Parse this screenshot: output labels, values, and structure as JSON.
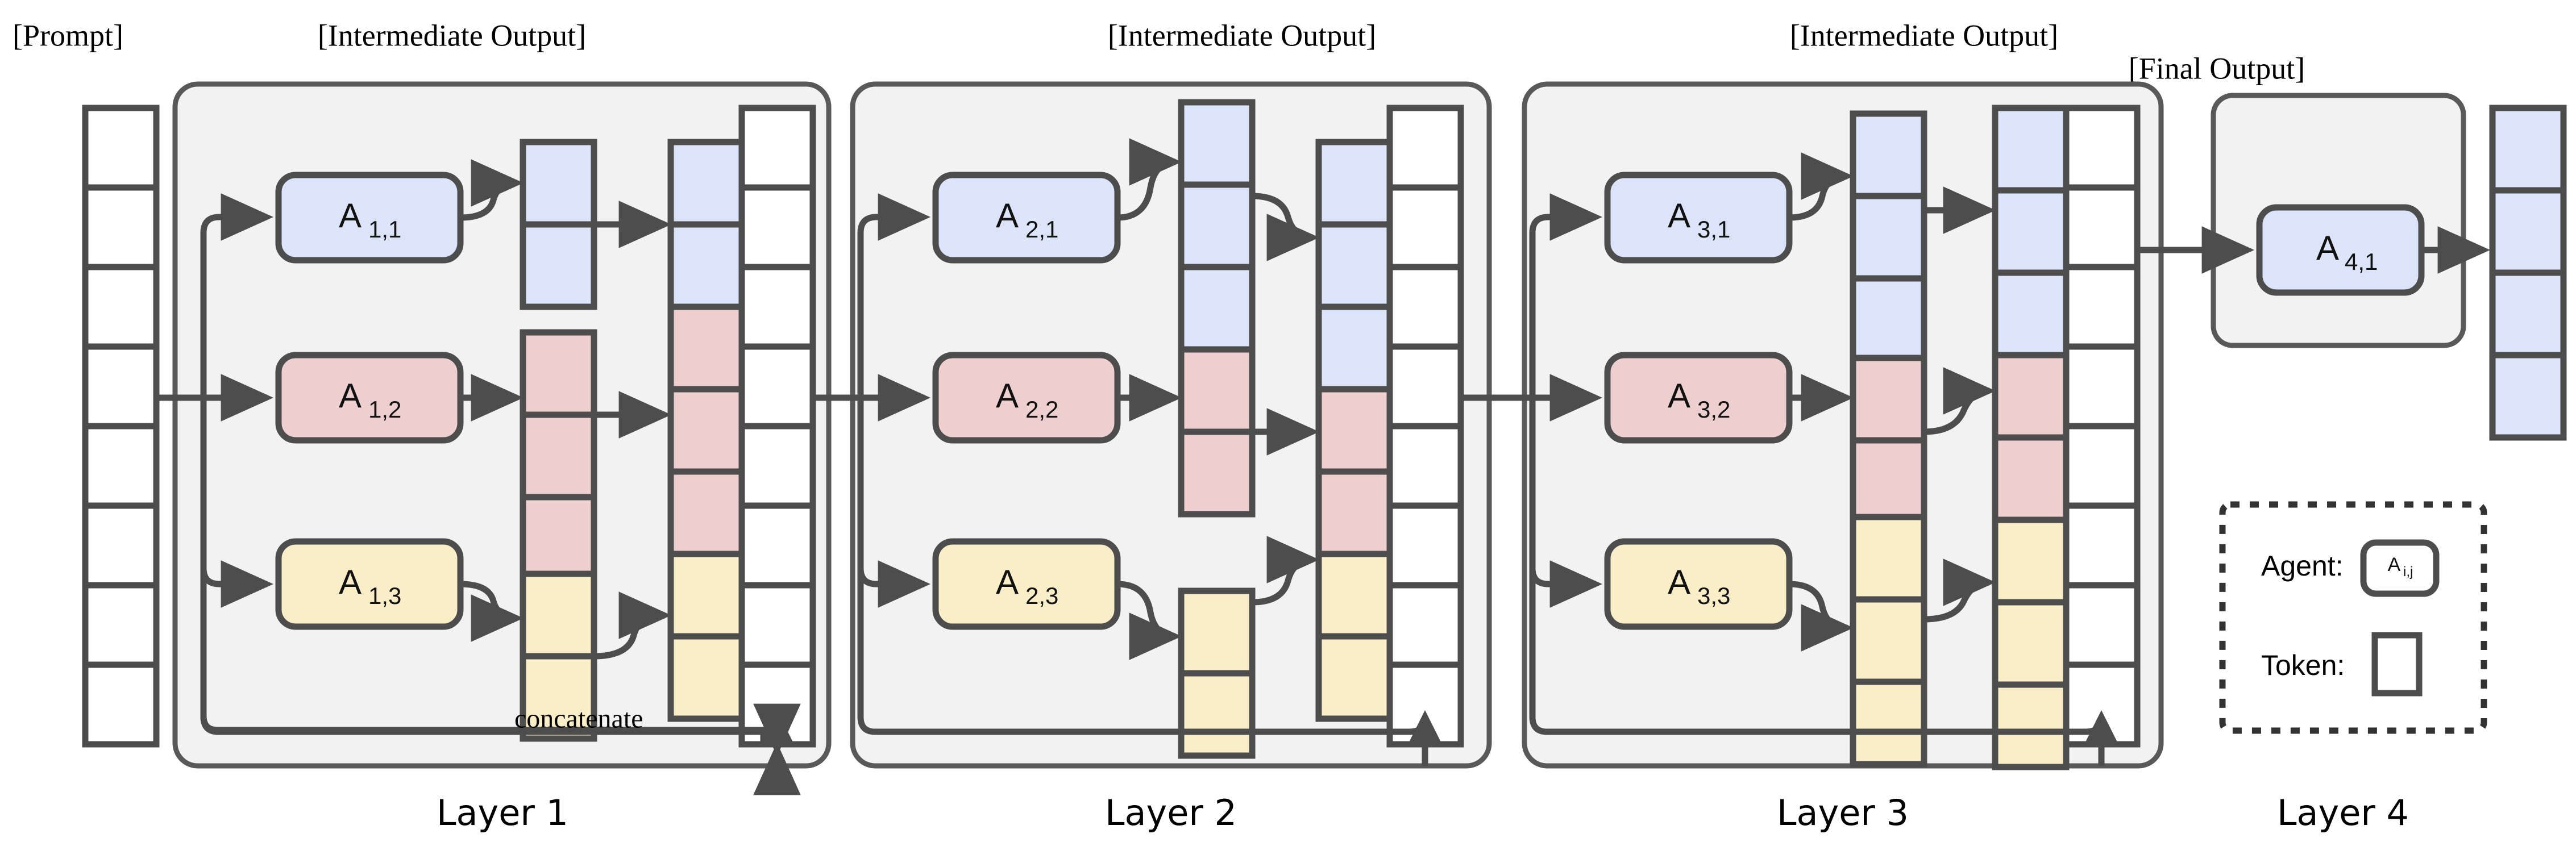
{
  "diagram": {
    "title_prompt": "[Prompt]",
    "title_final_output": "[Final Output]",
    "intermediate_label": "[Intermediate Output]",
    "concatenate_label": "concatenate",
    "colors": {
      "blue": "#dbe4f8",
      "red": "#eecfcf",
      "yellow": "#faeec8",
      "white": "#ffffff",
      "stroke": "#4d4d4d",
      "panel_fill": "#f2f2f2",
      "panel_stroke": "#595959",
      "text": "#000000"
    },
    "prompt": {
      "name": "prompt-tokens",
      "token_count": 8,
      "token_color": "white"
    },
    "layers": [
      {
        "id": "layer-1",
        "label": "Layer 1",
        "intermediate_label": "[Intermediate Output]",
        "concatenate_label": "concatenate",
        "agents": [
          {
            "name": "A",
            "sub": "1,1",
            "color": "blue",
            "out_tokens": 2
          },
          {
            "name": "A",
            "sub": "1,2",
            "color": "red",
            "out_tokens": 3
          },
          {
            "name": "A",
            "sub": "1,3",
            "color": "yellow",
            "out_tokens": 2
          }
        ],
        "concat_column": {
          "blue_tokens": 2,
          "red_tokens": 3,
          "yellow_tokens": 2,
          "white_tokens": 8
        }
      },
      {
        "id": "layer-2",
        "label": "Layer 2",
        "intermediate_label": "[Intermediate Output]",
        "agents": [
          {
            "name": "A",
            "sub": "2,1",
            "color": "blue",
            "out_tokens": 3
          },
          {
            "name": "A",
            "sub": "2,2",
            "color": "red",
            "out_tokens": 2
          },
          {
            "name": "A",
            "sub": "2,3",
            "color": "yellow",
            "out_tokens": 2
          }
        ],
        "concat_column": {
          "blue_tokens": 3,
          "red_tokens": 2,
          "yellow_tokens": 2,
          "white_tokens": 8
        }
      },
      {
        "id": "layer-3",
        "label": "Layer 3",
        "intermediate_label": "[Intermediate Output]",
        "agents": [
          {
            "name": "A",
            "sub": "3,1",
            "color": "blue",
            "out_tokens": 3
          },
          {
            "name": "A",
            "sub": "3,2",
            "color": "red",
            "out_tokens": 2
          },
          {
            "name": "A",
            "sub": "3,3",
            "color": "yellow",
            "out_tokens": 3
          }
        ],
        "concat_column": {
          "blue_tokens": 3,
          "red_tokens": 2,
          "yellow_tokens": 3,
          "white_tokens": 8
        }
      },
      {
        "id": "layer-4",
        "label": "Layer 4",
        "final_output_label": "[Final Output]",
        "agents": [
          {
            "name": "A",
            "sub": "4,1",
            "color": "blue",
            "out_tokens": 4
          }
        ],
        "final_column": {
          "blue_tokens": 4
        }
      }
    ],
    "legend": {
      "name": "legend-box",
      "agent_row_label": "Agent:",
      "agent_symbol_name": "A",
      "agent_symbol_sub": "i,j",
      "token_row_label": "Token:"
    }
  }
}
